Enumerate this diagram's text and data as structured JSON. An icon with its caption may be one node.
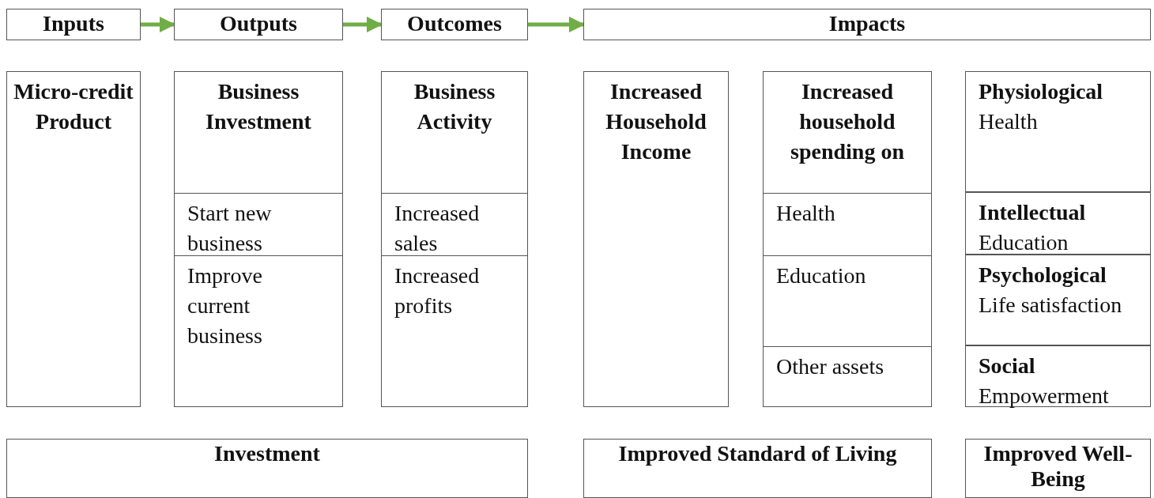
{
  "diagram": {
    "nodes": [
      {
        "text": [
          "Inputs"
        ]
      },
      {
        "text": [
          "Outputs"
        ]
      },
      {
        "text": [
          "Outcomes"
        ]
      },
      {
        "text": [
          "Impacts"
        ]
      },
      {
        "text": [
          "Micro-credit Product"
        ]
      },
      {
        "text": [
          "Business Investment"
        ]
      },
      {
        "text": [
          "Start new business"
        ],
        "in": 5
      },
      {
        "text": [
          "Improve current business"
        ],
        "in": 5
      },
      {
        "text": [
          "Business Activity"
        ]
      },
      {
        "text": [
          "Increased sales"
        ],
        "in": 8
      },
      {
        "text": [
          "Increased profits"
        ],
        "in": 8
      },
      {
        "text": [
          "Increased Household Income"
        ]
      },
      {
        "text": [
          "Increased household spending on"
        ]
      },
      {
        "text": [
          "Health"
        ],
        "in": 12
      },
      {
        "text": [
          "Education"
        ],
        "in": 12
      },
      {
        "text": [
          "Other assets"
        ],
        "in": 12
      },
      {
        "text": [
          "Physiological",
          "Health"
        ]
      },
      {
        "text": [
          "Intellectual",
          "Education"
        ]
      },
      {
        "text": [
          "Psychological",
          "Life satisfaction"
        ]
      },
      {
        "text": [
          "Social",
          "Empowerment"
        ]
      },
      {
        "text": [
          "Investment"
        ]
      },
      {
        "text": [
          "Improved Standard of Living"
        ]
      },
      {
        "text": [
          "Improved Well-Being"
        ]
      }
    ],
    "edges": [
      {
        "from": 0,
        "to": 1,
        "arrow": "to"
      },
      {
        "from": 1,
        "to": 2,
        "arrow": "to"
      },
      {
        "from": 2,
        "to": 3,
        "arrow": "to"
      }
    ]
  }
}
